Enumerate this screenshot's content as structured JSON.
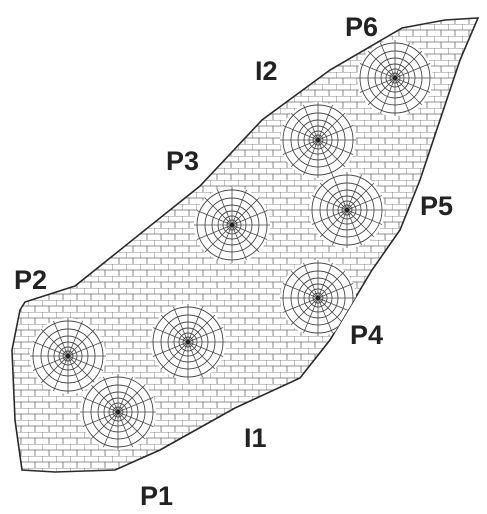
{
  "diagram": {
    "caption": "",
    "labels": {
      "p1": "P1",
      "p2": "P2",
      "p3": "P3",
      "p4": "P4",
      "p5": "P5",
      "p6": "P6",
      "i1": "I1",
      "i2": "I2"
    },
    "colors": {
      "ink": "#222222",
      "mesh": "#4a4a4a",
      "background": "#ffffff"
    }
  }
}
